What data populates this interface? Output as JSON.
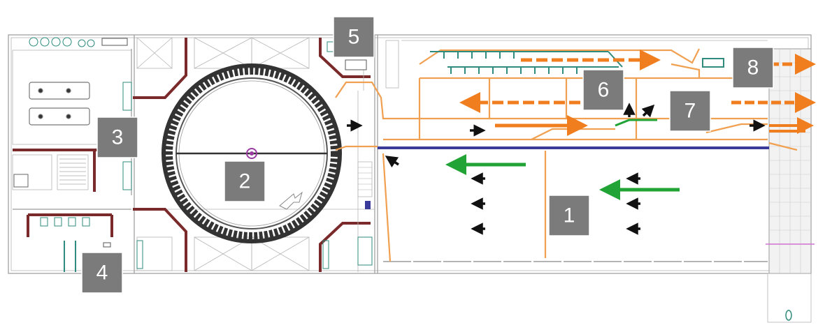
{
  "diagram": {
    "zones": [
      {
        "id": "1",
        "label": "1"
      },
      {
        "id": "2",
        "label": "2"
      },
      {
        "id": "3",
        "label": "3"
      },
      {
        "id": "4",
        "label": "4"
      },
      {
        "id": "5",
        "label": "5"
      },
      {
        "id": "6",
        "label": "6"
      },
      {
        "id": "7",
        "label": "7"
      },
      {
        "id": "8",
        "label": "8"
      }
    ],
    "colors": {
      "badge": "#7b7b7b",
      "badge_text": "#ffffff",
      "orange_flow": "#f07d1e",
      "green_flow": "#21a336",
      "black_arrow": "#111111",
      "wall": "#7a2a2a",
      "conveyor": "#f0a050",
      "rack": "#2e8b7d",
      "rail": "#3a3a9a"
    }
  }
}
